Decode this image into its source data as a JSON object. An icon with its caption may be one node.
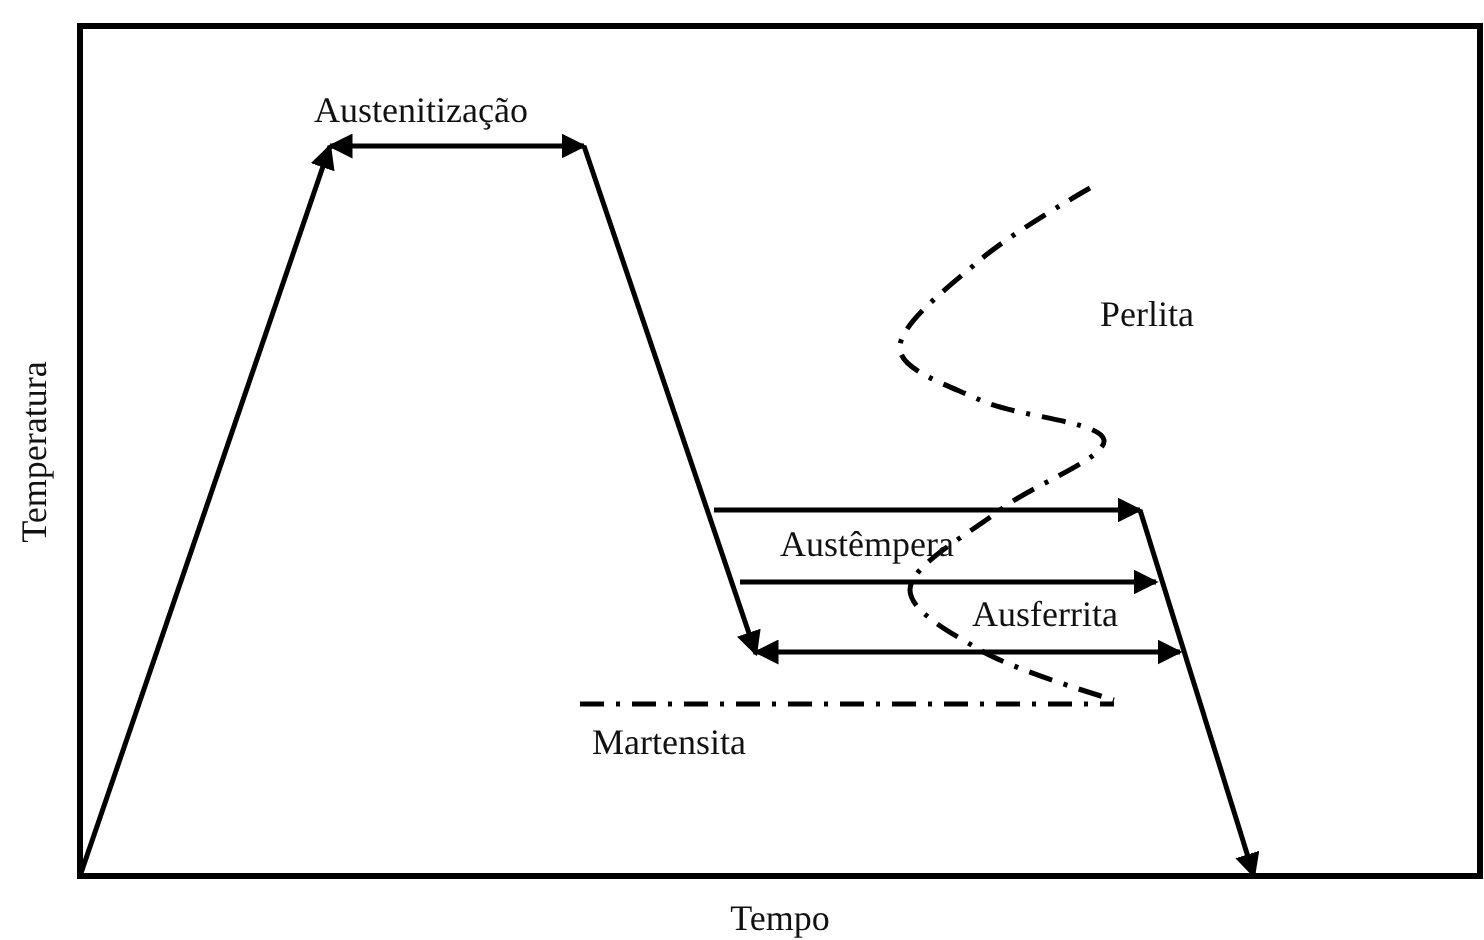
{
  "diagram": {
    "labels": [
      "Austenitização",
      "Perlita",
      "Austêmpera",
      "Ausferrita",
      "Martensita",
      "Temperatura",
      "Tempo"
    ]
  }
}
